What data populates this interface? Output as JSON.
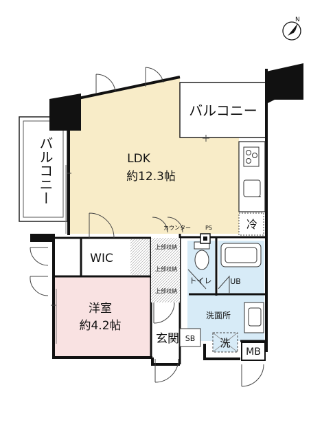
{
  "compass": {
    "north_label": "N"
  },
  "rooms": {
    "ldk": {
      "name": "LDK",
      "size": "約12.3帖"
    },
    "western": {
      "name": "洋室",
      "size": "約4.2帖"
    },
    "wic": {
      "name": "WIC"
    },
    "toilet": {
      "name": "トイレ"
    },
    "bath": {
      "name": "UB"
    },
    "washroom": {
      "name": "洗面所"
    },
    "entrance": {
      "name": "玄関"
    },
    "shoe_box": {
      "name": "SB"
    },
    "meter_box": {
      "name": "MB"
    }
  },
  "balconies": {
    "right": "バルコニー",
    "left": "バルコニー"
  },
  "fixtures": {
    "fridge": "冷",
    "washer": "洗",
    "counter": "カウンター",
    "pipe_space": "PS",
    "upper_storage": [
      "上部収納",
      "上部収納",
      "上部収納"
    ]
  },
  "colors": {
    "ldk_floor": "#f8ecc8",
    "western_floor": "#f9e2e2",
    "wet_area_floor": "#d7ebf7",
    "wall": "#111111"
  }
}
